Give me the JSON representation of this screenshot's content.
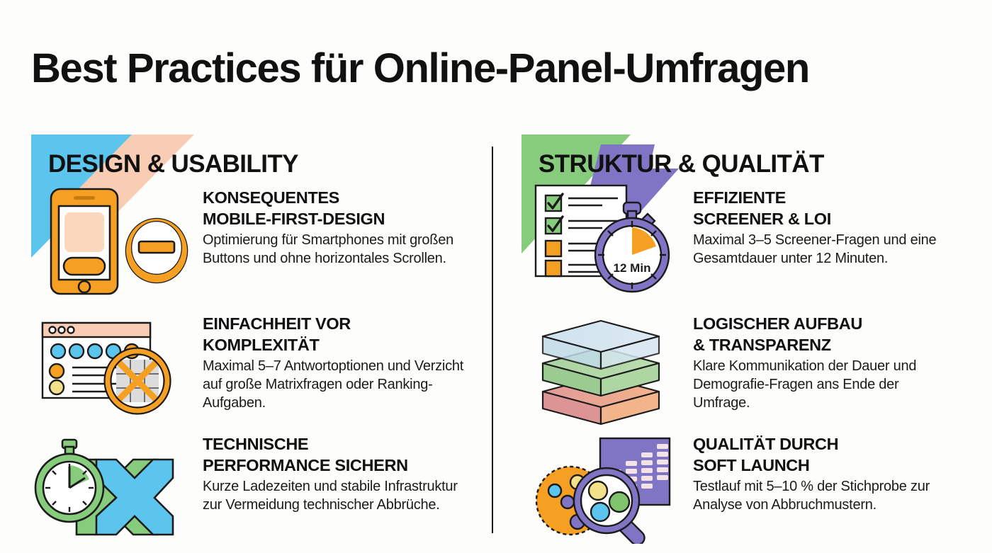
{
  "title": "Best Practices für Online-Panel-Umfragen",
  "colors": {
    "background": "#fdfdfb",
    "ink": "#111111",
    "orange": "#f6a023",
    "orange_light": "#fbd7bb",
    "blue": "#5bc5ee",
    "peach": "#f8cdb4",
    "green": "#87cb7c",
    "purple": "#8075c4",
    "yellow": "#f2e08a",
    "red": "#e79b96"
  },
  "columns": [
    {
      "heading": "DESIGN & USABILITY",
      "deco": {
        "triangle": "#5bc5ee",
        "band": "#f8cdb4"
      },
      "items": [
        {
          "icon": "mobile-first-icon",
          "title": "KONSEQUENTES\nMOBILE-FIRST-DESIGN",
          "desc": "Optimierung für Smartphones mit großen Buttons und ohne horizontales Scrollen."
        },
        {
          "icon": "no-matrix-question-icon",
          "title": "EINFACHHEIT VOR\nKOMPLEXITÄT",
          "desc": "Maximal 5–7 Antwortoptionen und Verzicht auf große Matrixfragen oder Ranking-Aufgaben."
        },
        {
          "icon": "performance-stopwatch-icon",
          "title": "TECHNISCHE\nPERFORMANCE SICHERN",
          "desc": "Kurze Ladezeiten und stabile Infrastruktur zur Vermeidung technischer Abbrüche."
        }
      ]
    },
    {
      "heading": "STRUKTUR & QUALITÄT",
      "deco": {
        "triangle": "#87cb7c",
        "band": "#8075c4"
      },
      "items": [
        {
          "icon": "checklist-stopwatch-icon",
          "icon_label": "12 Min",
          "title": "EFFIZIENTE\nSCREENER & LOI",
          "desc": "Maximal 3–5 Screener-Fragen und eine Gesamtdauer unter 12 Minuten."
        },
        {
          "icon": "layered-stack-icon",
          "title": "LOGISCHER AUFBAU\n& TRANSPARENZ",
          "desc": "Klare Kommunikation der Dauer und Demografie-Fragen ans Ende der Umfrage."
        },
        {
          "icon": "soft-launch-magnifier-icon",
          "title": "QUALITÄT DURCH\nSOFT LAUNCH",
          "desc": "Testlauf mit 5–10 % der Stichprobe zur Analyse von Abbruchmustern."
        }
      ]
    }
  ]
}
